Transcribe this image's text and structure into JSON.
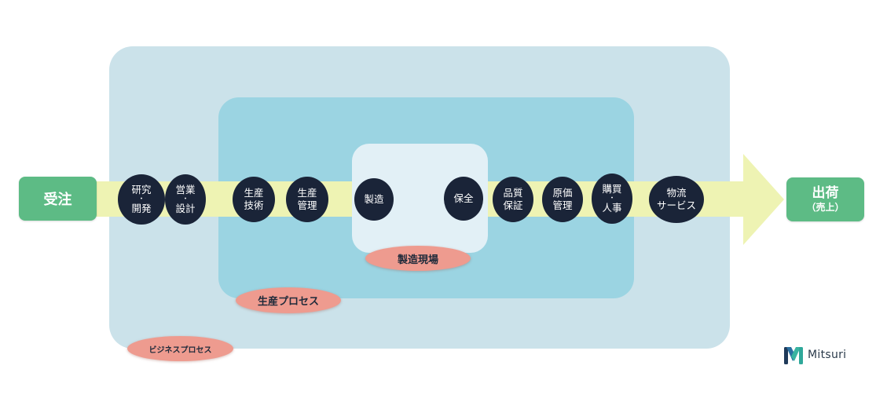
{
  "start": {
    "label": "受注"
  },
  "end": {
    "label": "出荷",
    "sub": "（売上）"
  },
  "steps": [
    {
      "line1": "研究",
      "dot": "・",
      "line2": "開発"
    },
    {
      "line1": "営業",
      "dot": "・",
      "line2": "設計"
    },
    {
      "line1": "生産",
      "line2": "技術"
    },
    {
      "line1": "生産",
      "line2": "管理"
    },
    {
      "line1": "製造"
    },
    {
      "line1": "保全"
    },
    {
      "line1": "品質",
      "line2": "保証"
    },
    {
      "line1": "原価",
      "line2": "管理"
    },
    {
      "line1": "購買",
      "dot": "・",
      "line2": "人事"
    },
    {
      "line1": "物流",
      "line2": "サービス"
    }
  ],
  "areas": {
    "shop_floor": "製造現場",
    "production_process": "生産プロセス",
    "business_process": "ビジネスプロセス"
  },
  "brand": {
    "name": "Mitsuri"
  },
  "colors": {
    "outer": "#cbe2ea",
    "middle": "#9bd4e2",
    "inner": "#e2f0f6",
    "arrow": "#eef3b3",
    "end_box": "#5dbb85",
    "step": "#1a2438",
    "pill": "#ee9b8f"
  }
}
